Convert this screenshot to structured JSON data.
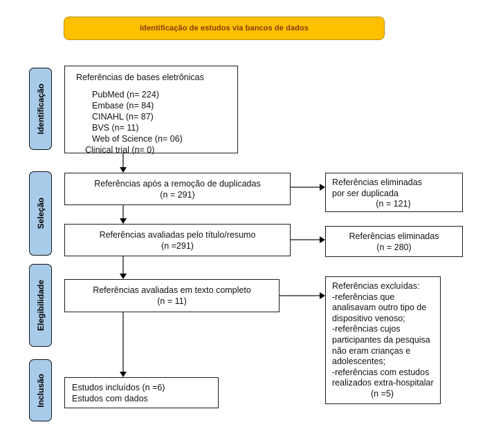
{
  "banner": {
    "label": "Identificação de estudos via bancos de dados"
  },
  "colors": {
    "banner_bg": "#FFC000",
    "banner_text": "#843C0C",
    "sidebar_bg": "#A9CCEA",
    "box_border": "#1c1c1c",
    "arrow_line": "#6b6b6b",
    "arrow_head": "#000000"
  },
  "sidebar": {
    "items": [
      {
        "label": "Identificação"
      },
      {
        "label": "Seleção"
      },
      {
        "label": "Elegibilidade"
      },
      {
        "label": "Inclusão"
      }
    ]
  },
  "flow": {
    "sources": {
      "title": "Referências de bases eletrônicas",
      "items": [
        "PubMed (n= 224)",
        "Embase (n= 84)",
        "CINAHL (n= 87)",
        "BVS (n= 11)",
        "Web of Science (n= 06)",
        "Clinical trial (n= 0)"
      ]
    },
    "after_duplicates": {
      "line1": "Referências após a remoção de duplicadas",
      "line2": "(n = 291)"
    },
    "title_abstract": {
      "line1": "Referências avaliadas pelo título/resumo",
      "line2": "(n =291)"
    },
    "full_text": {
      "line1": "Referências avaliadas em texto completo",
      "line2": "(n = 11)"
    },
    "included": {
      "line1": "Estudos incluídos (n =6)",
      "line2": "Estudos com dados"
    },
    "removed_duplicates": {
      "line1": "Referências eliminadas",
      "line2": "por ser duplicada",
      "line3": "(n = 121)"
    },
    "eliminated": {
      "line1": "Referências eliminadas",
      "line2": "(n = 280)"
    },
    "excluded": {
      "lines": [
        "Referências excluídas:",
        "-referências que",
        "analisavam outro tipo de",
        "dispositivo venoso;",
        "-referências cujos",
        "participantes da pesquisa",
        "não eram crianças e",
        "adolescentes;",
        "-referências com estudos",
        "realizados extra-hospitalar"
      ],
      "count": "(n =5)"
    }
  }
}
